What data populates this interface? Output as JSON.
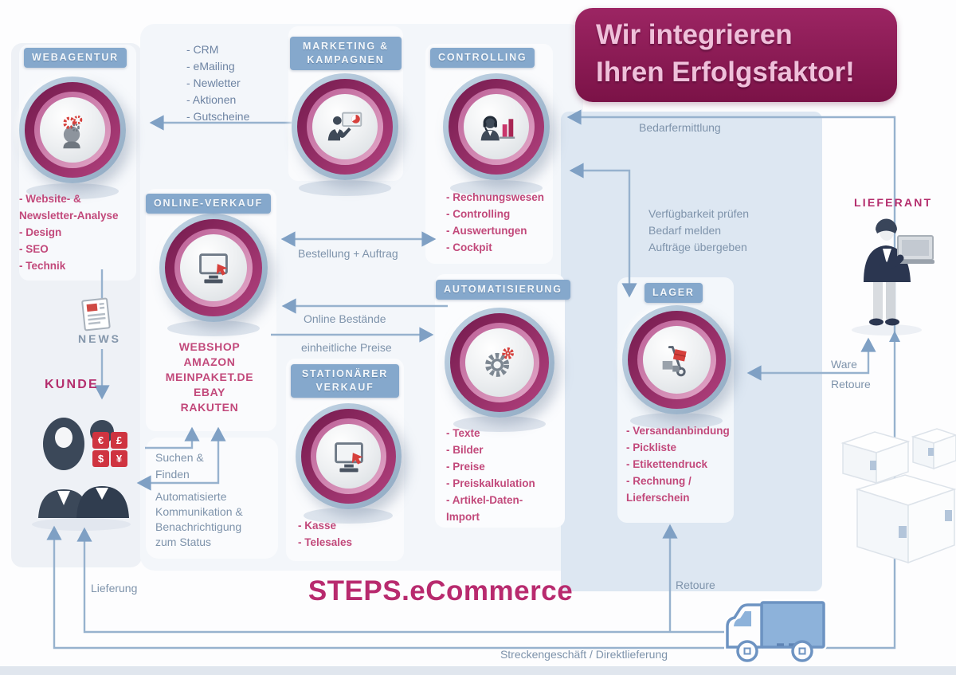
{
  "banner": {
    "text": "Wir integrieren\nIhren Erfolgsfaktor!"
  },
  "title": "STEPS.eCommerce",
  "badges": {
    "webagentur": "WEBAGENTUR",
    "marketing": "MARKETING &\nKAMPAGNEN",
    "controlling": "CONTROLLING",
    "online_verkauf": "ONLINE-VERKAUF",
    "automatisierung": "AUTOMATISIERUNG",
    "lager": "LAGER",
    "stationaerer_verkauf": "STATIONÄRER\nVERKAUF"
  },
  "actors": {
    "kunde": "KUNDE",
    "lieferant": "LIEFERANT",
    "news": "NEWS"
  },
  "currency_tiles": [
    "€",
    "£",
    "$",
    "¥"
  ],
  "lists": {
    "marketing": [
      "- CRM",
      "- eMailing",
      "- Newletter",
      "- Aktionen",
      "- Gutscheine"
    ],
    "webagentur": [
      "- Website- &\nNewsletter-Analyse",
      "- Design",
      "- SEO",
      "- Technik"
    ],
    "controlling": [
      "- Rechnungswesen",
      "- Controlling",
      "- Auswertungen",
      "- Cockpit"
    ],
    "online_channels": [
      "WEBSHOP",
      "AMAZON",
      "MEINPAKET.DE",
      "EBAY",
      "RAKUTEN"
    ],
    "automatisierung": [
      "- Texte",
      "- Bilder",
      "- Preise",
      "- Preiskalkulation",
      "- Artikel-Daten-\nImport"
    ],
    "lager": [
      "- Versandanbindung",
      "- Pickliste",
      "- Etikettendruck",
      "- Rechnung /\nLieferschein"
    ],
    "stationaerer_verkauf": [
      "- Kasse",
      "- Telesales"
    ]
  },
  "edges": {
    "bedarfermittlung": "Bedarfermittlung",
    "verfuegbarkeit": "Verfügbarkeit prüfen\nBedarf melden\nAufträge übergeben",
    "bestellung_auftrag": "Bestellung + Auftrag",
    "online_bestaende": "Online Bestände",
    "einheitliche_preise": "einheitliche Preise",
    "suchen_finden": "Suchen &\nFinden",
    "automatisierte_kommunikation": "Automatisierte\nKommunikation &\nBenachrichtigung\nzum Status",
    "ware": "Ware",
    "retoure_lieferant": "Retoure",
    "lieferung": "Lieferung",
    "retoure_lager": "Retoure",
    "streckengeschaeft": "Streckengeschäft / Direktlieferung"
  },
  "icons": {
    "webagentur": "head-gears-icon",
    "marketing": "presenter-chart-icon",
    "controlling": "support-analytics-icon",
    "online_verkauf": "monitor-cursor-icon",
    "automatisierung": "gears-icon",
    "lager": "handtruck-icon",
    "stationaerer_verkauf": "monitor-cursor-icon",
    "kunde": "customers-icon",
    "lieferant": "salesman-laptop-icon",
    "news": "newspaper-icon",
    "truck": "delivery-truck-icon",
    "boxes": "parcel-boxes-icon"
  },
  "colors": {
    "accent_magenta": "#b42e6d",
    "banner_bg": "#8e1d57",
    "badge_blue": "#85a8cc",
    "pink_text": "#c2497b",
    "blue_text": "#7e93ab",
    "line": "#97b2ce",
    "red_accent": "#d6403c",
    "panel_blue": "#dde7f2"
  }
}
